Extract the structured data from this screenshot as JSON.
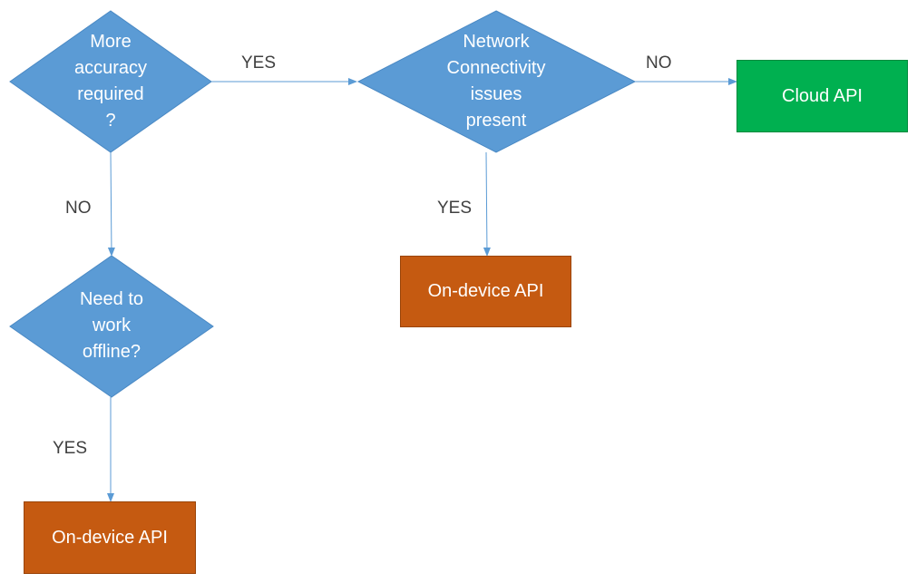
{
  "decisions": {
    "accuracy": "More\naccuracy\nrequired\n?",
    "network": "Network\nConnectivity\nissues\npresent",
    "offline": "Need to\nwork\noffline?"
  },
  "outcomes": {
    "cloud_api": "Cloud API",
    "on_device_top": "On-device API",
    "on_device_bottom": "On-device API"
  },
  "edges": {
    "accuracy_yes": "YES",
    "accuracy_no": "NO",
    "network_no": "NO",
    "network_yes": "YES",
    "offline_yes": "YES"
  },
  "colors": {
    "decision": "#5b9bd5",
    "decision_border": "#4a89c4",
    "on_device": "#c55a11",
    "cloud": "#00b050",
    "connector": "#5b9bd5"
  }
}
